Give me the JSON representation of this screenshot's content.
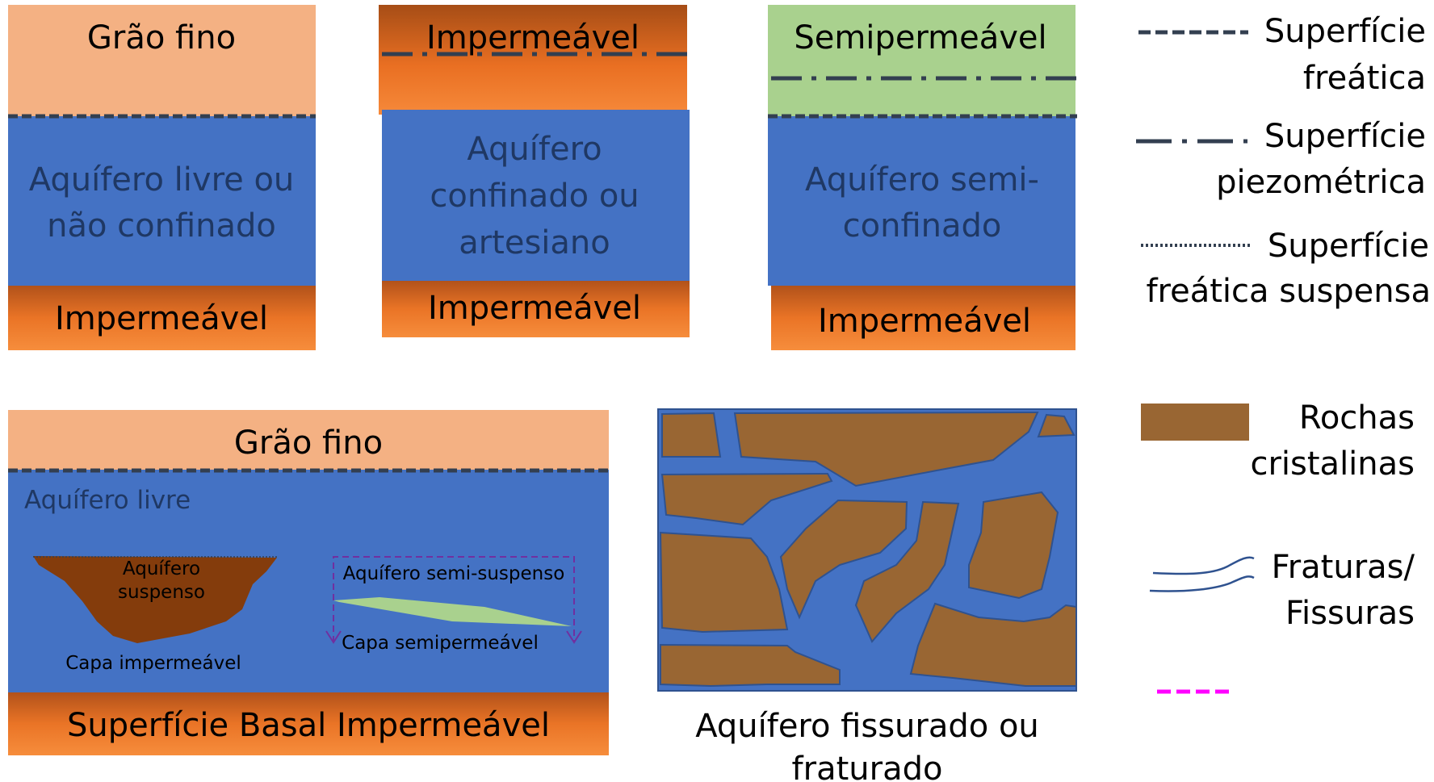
{
  "panel_unconfined": {
    "top_label": "Grão fino",
    "aquifer_line1": "Aquífero livre ou",
    "aquifer_line2": "não confinado",
    "bottom_label": "Impermeável"
  },
  "panel_confined": {
    "top_label": "Impermeável",
    "aquifer_line1": "Aquífero",
    "aquifer_line2": "confinado ou",
    "aquifer_line3": "artesiano",
    "bottom_label": "Impermeável"
  },
  "panel_semiconfined": {
    "top_label": "Semipermeável",
    "aquifer_line1": "Aquífero semi-",
    "aquifer_line2": "confinado",
    "bottom_label": "Impermeável"
  },
  "panel_perched": {
    "top_label": "Grão fino",
    "aquifer_label": "Aquífero livre",
    "perched_line1": "Aquífero",
    "perched_line2": "suspenso",
    "impermeable_lens": "Capa impermeável",
    "semi_perched": "Aquífero semi-suspenso",
    "semi_lens": "Capa semipermeável",
    "bottom_label": "Superfície  Basal Impermeável"
  },
  "panel_fractured": {
    "caption_line1": "Aquífero fissurado ou",
    "caption_line2": "fraturado"
  },
  "legend": {
    "phreatic_line1": "Superfície",
    "phreatic_line2": "freática",
    "piezometric_line1": "Superfície",
    "piezometric_line2": "piezométrica",
    "perched_line1": "Superfície",
    "perched_line2": "freática suspensa",
    "rocks_line1": "Rochas",
    "rocks_line2": "cristalinas",
    "fractures_line1": "Fraturas/",
    "fractures_line2": "Fissuras"
  },
  "colors": {
    "fine_grain": "#f4b183",
    "aquifer_blue": "#4472c4",
    "semipermeable_green": "#a9d18e",
    "rock_brown": "#996633",
    "impermeable_dark": "#c55a11",
    "impermeable_light": "#f4883a",
    "line_dark": "#333f50",
    "magenta": "#ff00ff"
  }
}
